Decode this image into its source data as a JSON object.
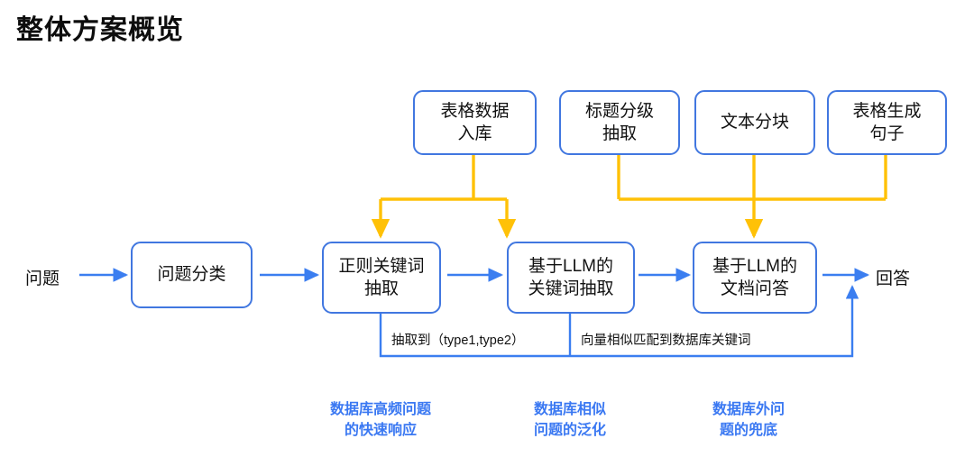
{
  "title": "整体方案概览",
  "colors": {
    "node_border": "#4177e0",
    "blue_arrow": "#3b7ef0",
    "orange_connector": "#ffc107",
    "note_text": "#3a78f2",
    "background": "#ffffff"
  },
  "top_nodes": [
    {
      "id": "table-data-ingest",
      "line1": "表格数据",
      "line2": "入库"
    },
    {
      "id": "heading-level-extract",
      "line1": "标题分级",
      "line2": "抽取"
    },
    {
      "id": "text-chunking",
      "line1": "文本分块",
      "line2": ""
    },
    {
      "id": "table-to-sentence",
      "line1": "表格生成",
      "line2": "句子"
    }
  ],
  "pipeline": {
    "input_label": "问题",
    "output_label": "回答",
    "nodes": [
      {
        "id": "question-classify",
        "line1": "问题分类",
        "line2": ""
      },
      {
        "id": "regex-keyword-extract",
        "line1": "正则关键词",
        "line2": "抽取"
      },
      {
        "id": "llm-keyword-extract",
        "line1": "基于LLM的",
        "line2": "关键词抽取"
      },
      {
        "id": "llm-doc-qa",
        "line1": "基于LLM的",
        "line2": "文档问答"
      }
    ]
  },
  "edge_labels": [
    {
      "id": "regex-result",
      "text": "抽取到（type1,type2）"
    },
    {
      "id": "vector-match",
      "text": "向量相似匹配到数据库关键词"
    }
  ],
  "notes": [
    {
      "id": "fast-response",
      "line1": "数据库高频问题",
      "line2": "的快速响应"
    },
    {
      "id": "similar-generalize",
      "line1": "数据库相似",
      "line2": "问题的泛化"
    },
    {
      "id": "out-of-db-fallback",
      "line1": "数据库外问",
      "line2": "题的兜底"
    }
  ]
}
